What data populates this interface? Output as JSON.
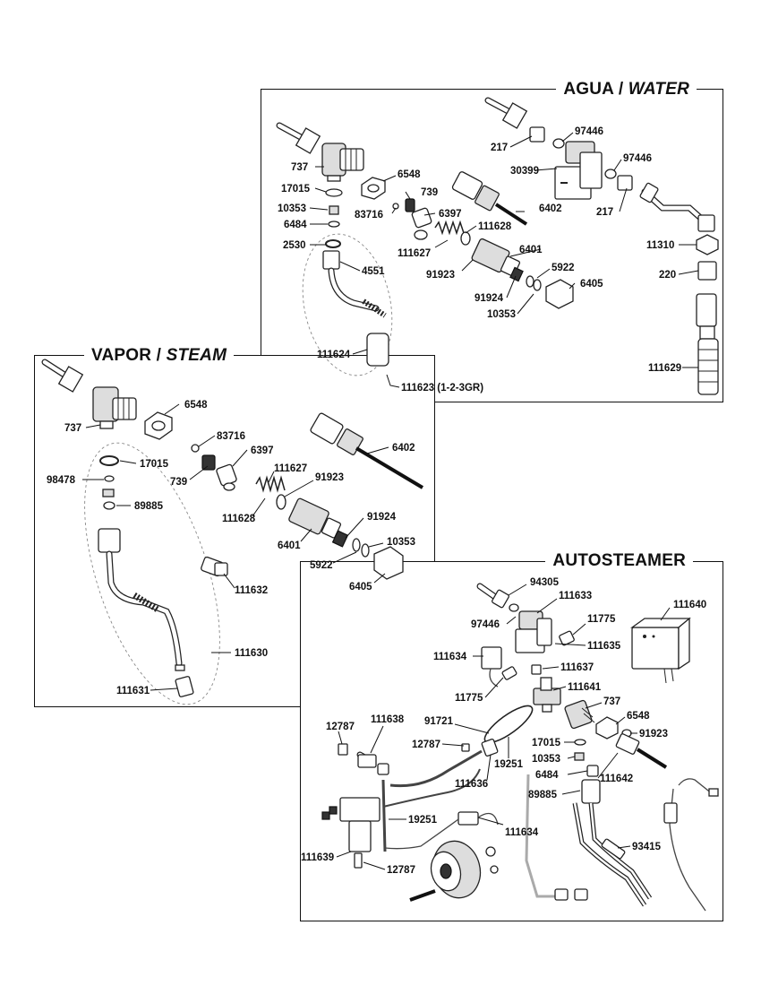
{
  "panels": {
    "water": {
      "title": "AGUA",
      "title_alt": "WATER"
    },
    "steam": {
      "title": "VAPOR",
      "title_alt": "STEAM"
    },
    "autosteamer": {
      "title": "AUTOSTEAMER"
    }
  },
  "water_labels": {
    "l737": "737",
    "l17015": "17015",
    "l10353a": "10353",
    "l6484": "6484",
    "l2530": "2530",
    "l4551": "4551",
    "l111624": "111624",
    "l111623": "111623 (1-2-3GR)",
    "l6548": "6548",
    "l739": "739",
    "l83716": "83716",
    "l6397": "6397",
    "l111628": "111628",
    "l111627": "111627",
    "l91923": "91923",
    "l6402": "6402",
    "l6401": "6401",
    "l5922": "5922",
    "l91924": "91924",
    "l10353b": "10353",
    "l6405": "6405",
    "l217a": "217",
    "l97446a": "97446",
    "l30399": "30399",
    "l97446b": "97446",
    "l217b": "217",
    "l11310": "11310",
    "l220": "220",
    "l111629": "111629"
  },
  "steam_labels": {
    "l6548": "6548",
    "l737": "737",
    "l83716": "83716",
    "l6397": "6397",
    "l6402": "6402",
    "l17015": "17015",
    "l98478": "98478",
    "l739": "739",
    "l111627": "111627",
    "l91923": "91923",
    "l89885": "89885",
    "l111628": "111628",
    "l91924": "91924",
    "l6401": "6401",
    "l10353": "10353",
    "l5922": "5922",
    "l6405": "6405",
    "l111632": "111632",
    "l111630": "111630",
    "l111631": "111631"
  },
  "auto_labels": {
    "l94305": "94305",
    "l111633": "111633",
    "l111640": "111640",
    "l97446": "97446",
    "l11775a": "11775",
    "l111635": "111635",
    "l111634a": "111634",
    "l111637": "111637",
    "l11775b": "11775",
    "l111641": "111641",
    "l737": "737",
    "l6548": "6548",
    "l91923": "91923",
    "l12787a": "12787",
    "l111638": "111638",
    "l91721": "91721",
    "l12787b": "12787",
    "l17015": "17015",
    "l10353": "10353",
    "l19251a": "19251",
    "l6484": "6484",
    "l111642": "111642",
    "l111636": "111636",
    "l89885": "89885",
    "l19251b": "19251",
    "l111634b": "111634",
    "l93415": "93415",
    "l111639": "111639",
    "l12787c": "12787"
  }
}
